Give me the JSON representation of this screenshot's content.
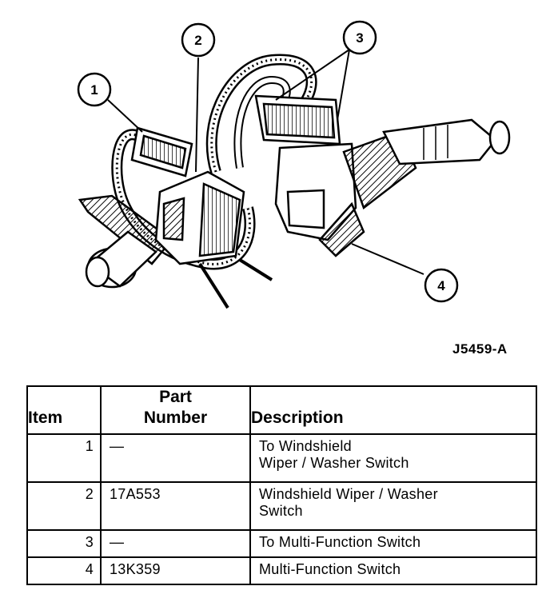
{
  "figure": {
    "callouts": [
      "1",
      "2",
      "3",
      "4"
    ],
    "id": "J5459-A"
  },
  "table": {
    "headers": {
      "item": "Item",
      "part_line1": "Part",
      "part_line2": "Number",
      "description": "Description"
    },
    "rows": [
      {
        "item": "1",
        "part": "—",
        "description_line1": "To Windshield",
        "description_line2": "Wiper / Washer Switch"
      },
      {
        "item": "2",
        "part": "17A553",
        "description_line1": "Windshield Wiper / Washer",
        "description_line2": "Switch"
      },
      {
        "item": "3",
        "part": "—",
        "description_line1": "To Multi-Function Switch",
        "description_line2": ""
      },
      {
        "item": "4",
        "part": "13K359",
        "description_line1": "Multi-Function Switch",
        "description_line2": ""
      }
    ]
  }
}
